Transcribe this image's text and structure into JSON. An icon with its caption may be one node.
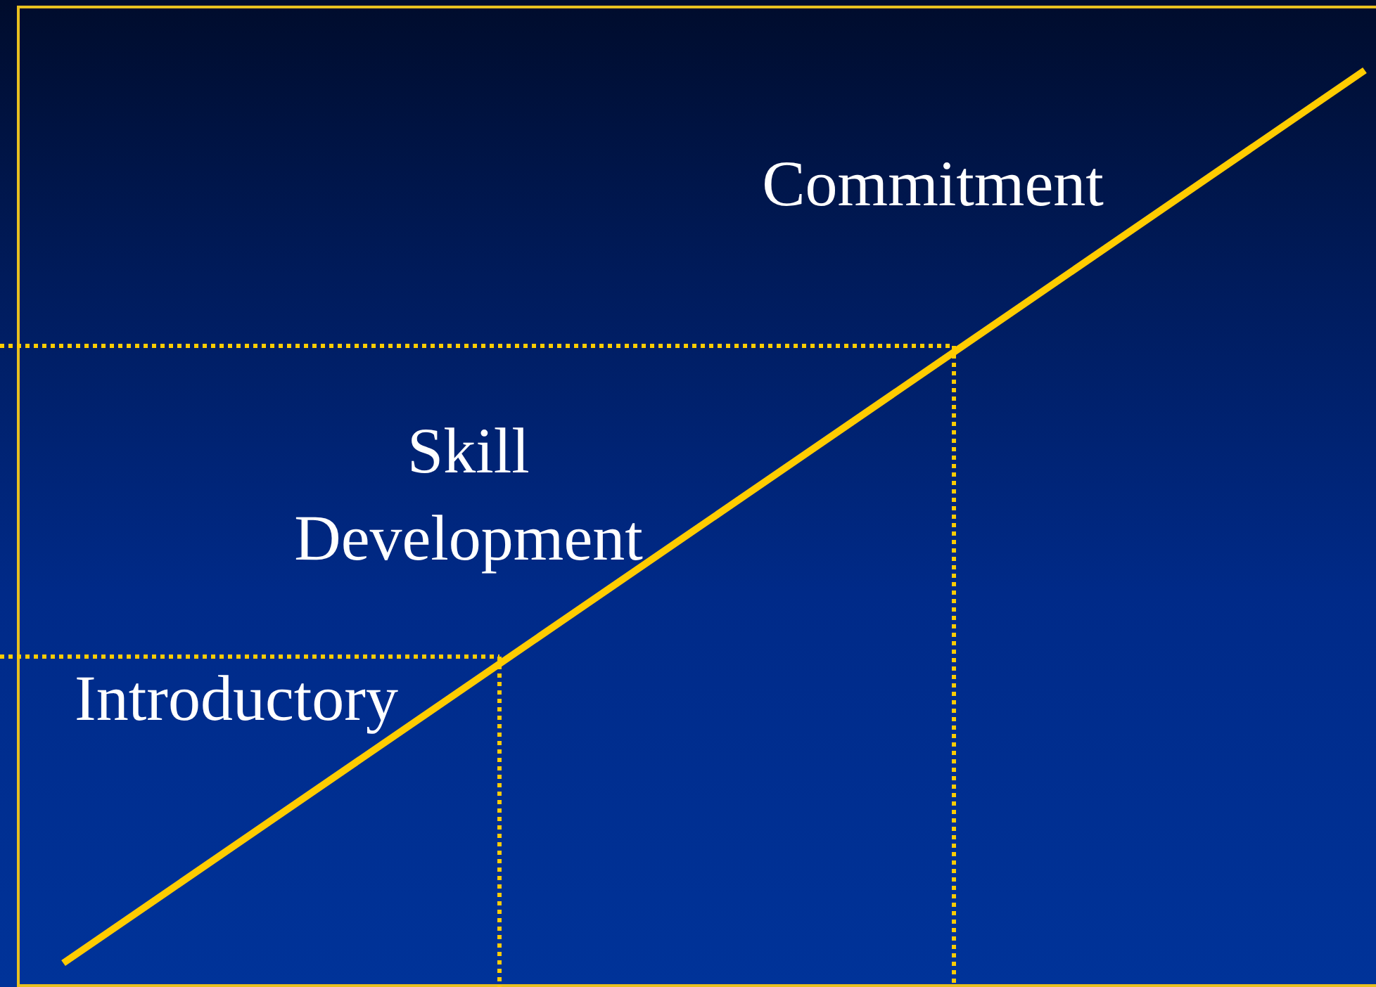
{
  "diagram": {
    "labels": [
      "Commitment",
      "Skill Development",
      "Introductory"
    ]
  }
}
